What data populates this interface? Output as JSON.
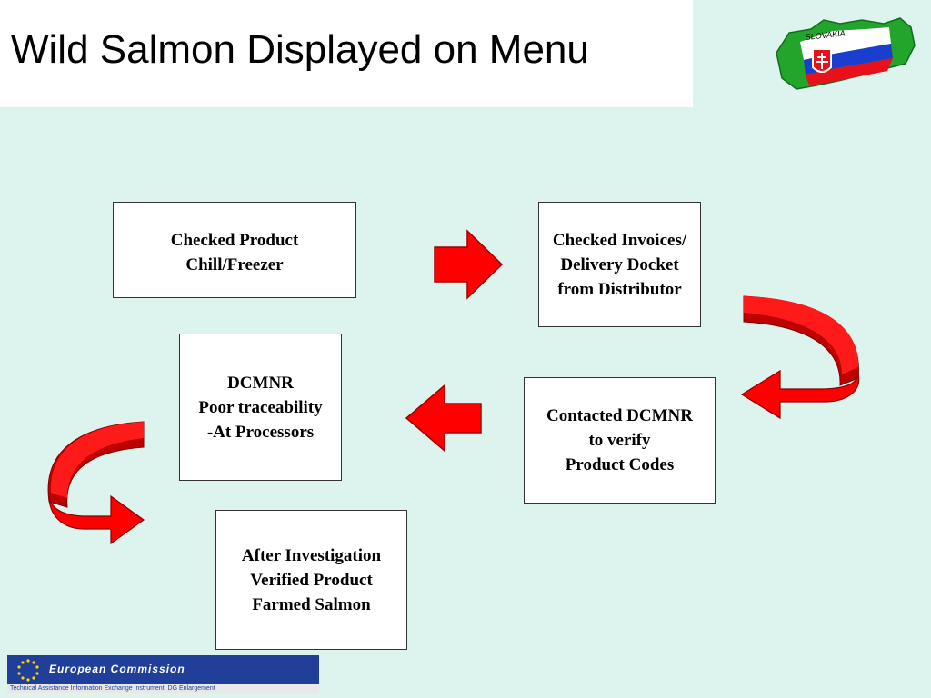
{
  "title": "Wild Salmon Displayed on Menu",
  "logo": {
    "label": "SLOVAKIA",
    "colors": {
      "green": "#22a52a",
      "white": "#ffffff",
      "blue": "#1a3fd0",
      "red": "#e8101a"
    }
  },
  "boxes": {
    "checked_product": [
      "Checked Product",
      "Chill/Freezer"
    ],
    "checked_invoices": [
      "Checked Invoices/",
      "Delivery Docket",
      "from Distributor"
    ],
    "contacted_dcmnr": [
      "Contacted DCMNR",
      "to verify",
      "Product Codes"
    ],
    "dcmnr": [
      "DCMNR",
      "Poor traceability",
      "-At Processors"
    ],
    "after_investigation": [
      "After Investigation",
      "Verified Product",
      "Farmed Salmon"
    ]
  },
  "arrow_color": "#ff0000",
  "footer": {
    "title": "European Commission",
    "subtitle": "Technical Assistance Information Exchange Instrument, DG Enlargement"
  }
}
